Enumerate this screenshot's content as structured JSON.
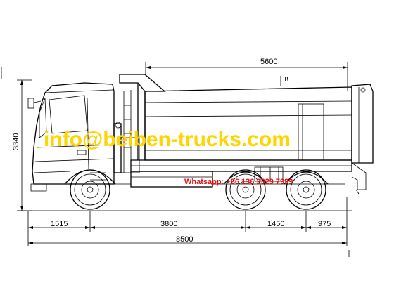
{
  "dimensions": {
    "box_length": "5600",
    "overall_height": "3340",
    "front_overhang": "1515",
    "wheelbase_front": "3800",
    "wheelbase_rear": "1450",
    "rear_overhang": "975",
    "overall_length": "8500"
  },
  "section_mark": "B",
  "watermark": {
    "website": "info@beiben-trucks.com",
    "whatsapp": "Whatsapp: +86 136 3329 7999"
  },
  "colors": {
    "line": "#000000",
    "watermark": "#ffd400",
    "whatsapp": "#e01414"
  }
}
